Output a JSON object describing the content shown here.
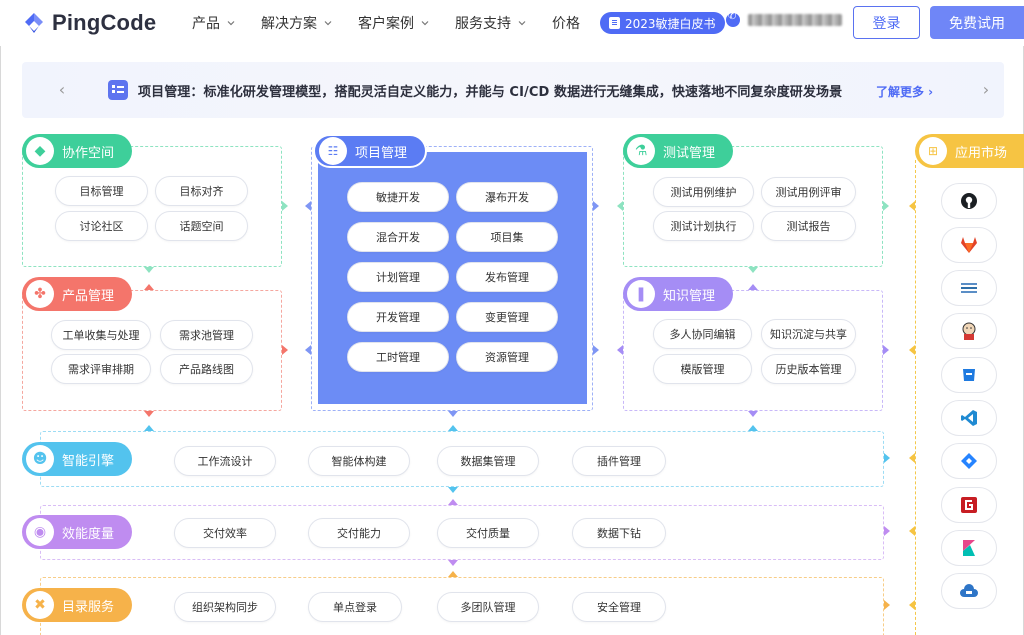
{
  "header": {
    "logo_text": "PingCode",
    "nav": [
      "产品",
      "解决方案",
      "客户案例",
      "服务支持"
    ],
    "price_label": "价格",
    "whitepaper_label": "2023敏捷白皮书",
    "login_label": "登录",
    "trial_label": "免费试用"
  },
  "banner": {
    "text": "项目管理：标准化研发管理模型，搭配灵活自定义能力，并能与 CI/CD 数据进行无缝集成，快速落地不同复杂度研发场景",
    "more_label": "了解更多 ›",
    "prev_icon": "chevron-left-icon",
    "next_icon": "chevron-right-icon"
  },
  "modules": {
    "collab": {
      "title": "协作空间",
      "color": "#3ecf9a",
      "items": [
        "目标管理",
        "目标对齐",
        "讨论社区",
        "话题空间"
      ]
    },
    "product": {
      "title": "产品管理",
      "color": "#f4756b",
      "items": [
        "工单收集与处理",
        "需求池管理",
        "需求评审排期",
        "产品路线图"
      ]
    },
    "project": {
      "title": "项目管理",
      "color": "#5b7cf3",
      "items": [
        "敏捷开发",
        "瀑布开发",
        "混合开发",
        "项目集",
        "计划管理",
        "发布管理",
        "开发管理",
        "变更管理",
        "工时管理",
        "资源管理"
      ]
    },
    "test": {
      "title": "测试管理",
      "color": "#3ecf9a",
      "items": [
        "测试用例维护",
        "测试用例评审",
        "测试计划执行",
        "测试报告"
      ]
    },
    "knowledge": {
      "title": "知识管理",
      "color": "#a58df5",
      "items": [
        "多人协同编辑",
        "知识沉淀与共享",
        "模版管理",
        "历史版本管理"
      ]
    },
    "app_market": {
      "title": "应用市场",
      "color": "#f6c443"
    },
    "ai": {
      "title": "智能引擎",
      "color": "#53c3ee",
      "items": [
        "工作流设计",
        "智能体构建",
        "数据集管理",
        "插件管理"
      ]
    },
    "metrics": {
      "title": "效能度量",
      "color": "#bf8cf0",
      "items": [
        "交付效率",
        "交付能力",
        "交付质量",
        "数据下钻"
      ]
    },
    "directory": {
      "title": "目录服务",
      "color": "#f6b24a",
      "items": [
        "组织架构同步",
        "单点登录",
        "多团队管理",
        "安全管理"
      ]
    }
  },
  "apps": [
    "github-icon",
    "gitlab-icon",
    "bitbucket-icon",
    "jenkins-icon",
    "azure-icon",
    "vscode-icon",
    "jira-icon",
    "gitee-icon",
    "kibana-icon",
    "cloud-icon"
  ]
}
